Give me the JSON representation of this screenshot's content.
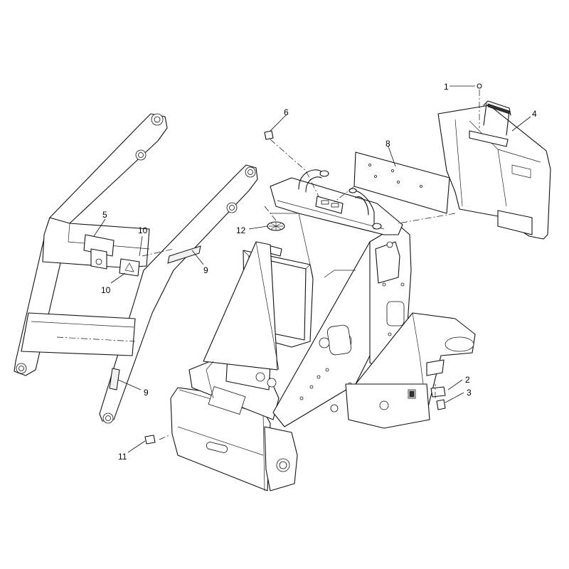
{
  "callouts": [
    {
      "id": "c1",
      "label": "1"
    },
    {
      "id": "c2",
      "label": "2"
    },
    {
      "id": "c3",
      "label": "3"
    },
    {
      "id": "c4",
      "label": "4"
    },
    {
      "id": "c5",
      "label": "5"
    },
    {
      "id": "c6",
      "label": "6"
    },
    {
      "id": "c8",
      "label": "8"
    },
    {
      "id": "c9a",
      "label": "9"
    },
    {
      "id": "c9b",
      "label": "9"
    },
    {
      "id": "c10a",
      "label": "10"
    },
    {
      "id": "c10b",
      "label": "10"
    },
    {
      "id": "c11",
      "label": "11"
    },
    {
      "id": "c12",
      "label": "12"
    }
  ]
}
